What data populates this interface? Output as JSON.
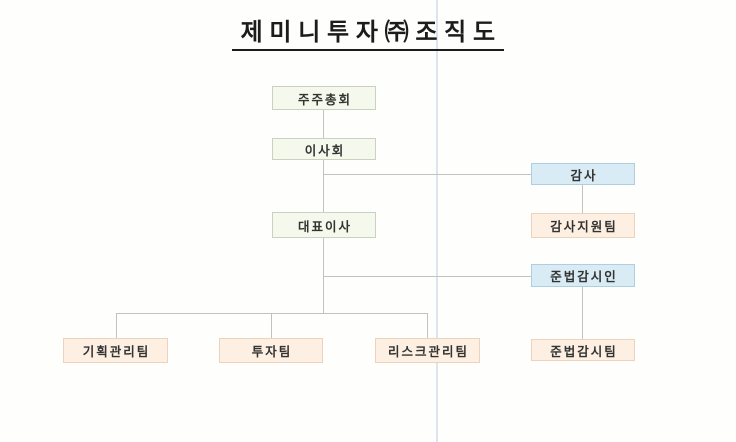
{
  "title": "제미니투자㈜조직도",
  "nodes": {
    "shareholders": {
      "label": "주주총회",
      "level": 1,
      "style": "green"
    },
    "board": {
      "label": "이사회",
      "level": 2,
      "style": "green"
    },
    "auditor": {
      "label": "감사",
      "level": 2,
      "style": "blue"
    },
    "ceo": {
      "label": "대표이사",
      "level": 3,
      "style": "green"
    },
    "audit_support_team": {
      "label": "감사지원팀",
      "level": 3,
      "style": "peach"
    },
    "compliance_officer": {
      "label": "준법감시인",
      "level": 4,
      "style": "blue"
    },
    "planning_team": {
      "label": "기획관리팀",
      "level": 5,
      "style": "peach"
    },
    "investment_team": {
      "label": "투자팀",
      "level": 5,
      "style": "peach"
    },
    "risk_team": {
      "label": "리스크관리팀",
      "level": 5,
      "style": "peach"
    },
    "compliance_team": {
      "label": "준법감시팀",
      "level": 5,
      "style": "peach"
    }
  },
  "edges": [
    [
      "shareholders",
      "board"
    ],
    [
      "board",
      "auditor"
    ],
    [
      "board",
      "ceo"
    ],
    [
      "auditor",
      "audit_support_team"
    ],
    [
      "ceo",
      "compliance_officer"
    ],
    [
      "ceo",
      "planning_team"
    ],
    [
      "ceo",
      "investment_team"
    ],
    [
      "ceo",
      "risk_team"
    ],
    [
      "compliance_officer",
      "compliance_team"
    ]
  ],
  "colors": {
    "green_bg": "#f5f8ec",
    "green_border": "#c9d1bf",
    "blue_bg": "#d9ecf5",
    "blue_border": "#aecfdd",
    "peach_bg": "#fdf0e3",
    "peach_border": "#edd2bc",
    "connector_line": "#c2c2be",
    "scan_fold_line": "#d3dfe6",
    "title_text": "#1c1c1c"
  }
}
